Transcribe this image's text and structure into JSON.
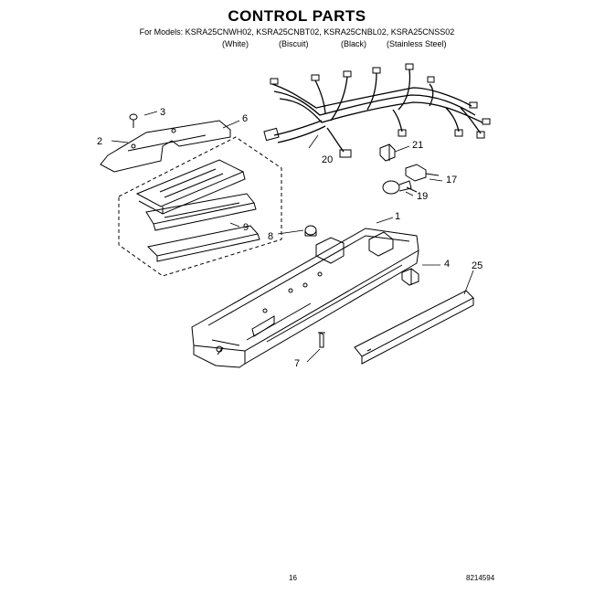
{
  "header": {
    "title": "CONTROL PARTS",
    "models_line": "For Models: KSRA25CNWH02, KSRA25CNBT02, KSRA25CNBL02, KSRA25CNSS02",
    "finishes": [
      "(White)",
      "(Biscuit)",
      "(Black)",
      "(Stainless Steel)"
    ]
  },
  "callouts": {
    "c1": "1",
    "c2": "2",
    "c3": "3",
    "c4": "4",
    "c6": "6",
    "c7": "7",
    "c8": "8",
    "c9": "9",
    "c17": "17",
    "c19": "19",
    "c20": "20",
    "c21": "21",
    "c25": "25"
  },
  "footer": {
    "page_number": "16",
    "document_code": "8214594"
  }
}
